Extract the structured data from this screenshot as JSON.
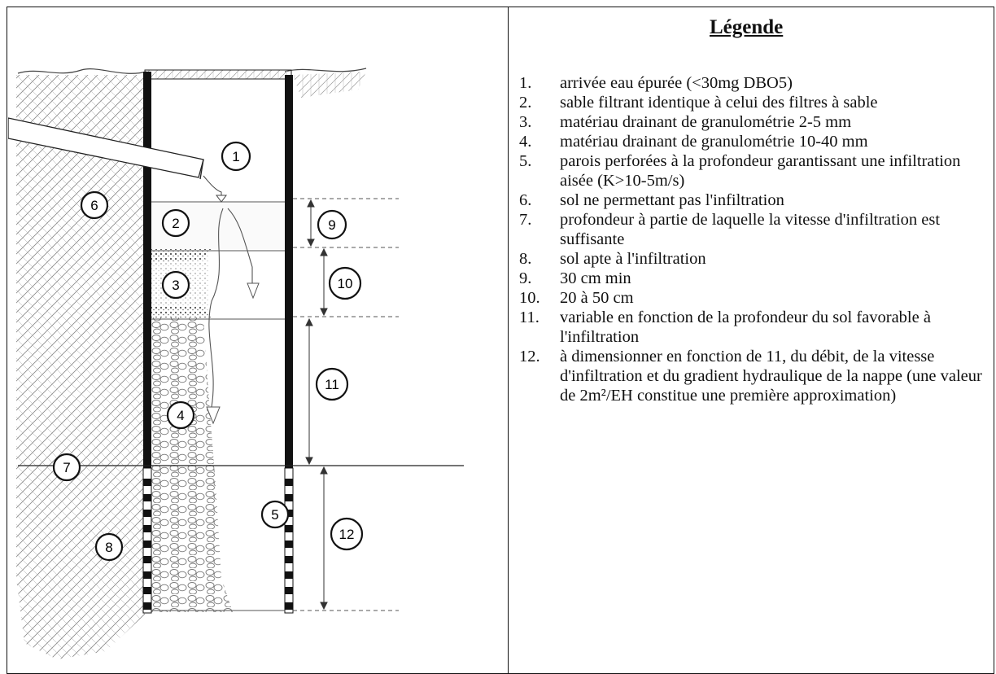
{
  "diagram": {
    "markers": [
      "1",
      "2",
      "3",
      "4",
      "5",
      "6",
      "7",
      "8",
      "9",
      "10",
      "11",
      "12"
    ]
  },
  "legend": {
    "title": "Légende",
    "items": [
      {
        "num": "1.",
        "text": "arrivée eau épurée (<30mg DBO5)"
      },
      {
        "num": "2.",
        "text": "sable filtrant  identique à celui des filtres à sable"
      },
      {
        "num": "3.",
        "text": "matériau drainant de granulométrie 2-5 mm"
      },
      {
        "num": "4.",
        "text": "matériau drainant de granulométrie 10-40 mm"
      },
      {
        "num": "5.",
        "text": "parois perforées à la profondeur garantissant une infiltration aisée (K>10-5m/s)"
      },
      {
        "num": "6.",
        "text": "sol ne permettant pas l'infiltration"
      },
      {
        "num": "7.",
        "text": "profondeur à partie de laquelle la vitesse d'infiltration est suffisante"
      },
      {
        "num": "8.",
        "text": "sol apte à l'infiltration"
      },
      {
        "num": "9.",
        "text": "30 cm min"
      },
      {
        "num": "10.",
        "text": "20 à 50 cm"
      },
      {
        "num": "11.",
        "text": "variable en fonction de la profondeur du sol favorable à l'infiltration"
      },
      {
        "num": "12.",
        "text": "à dimensionner en fonction de 11, du débit, de la vitesse d'infiltration et du gradient hydraulique de la nappe (une valeur de 2m²/EH constitue une première approximation)"
      }
    ]
  }
}
